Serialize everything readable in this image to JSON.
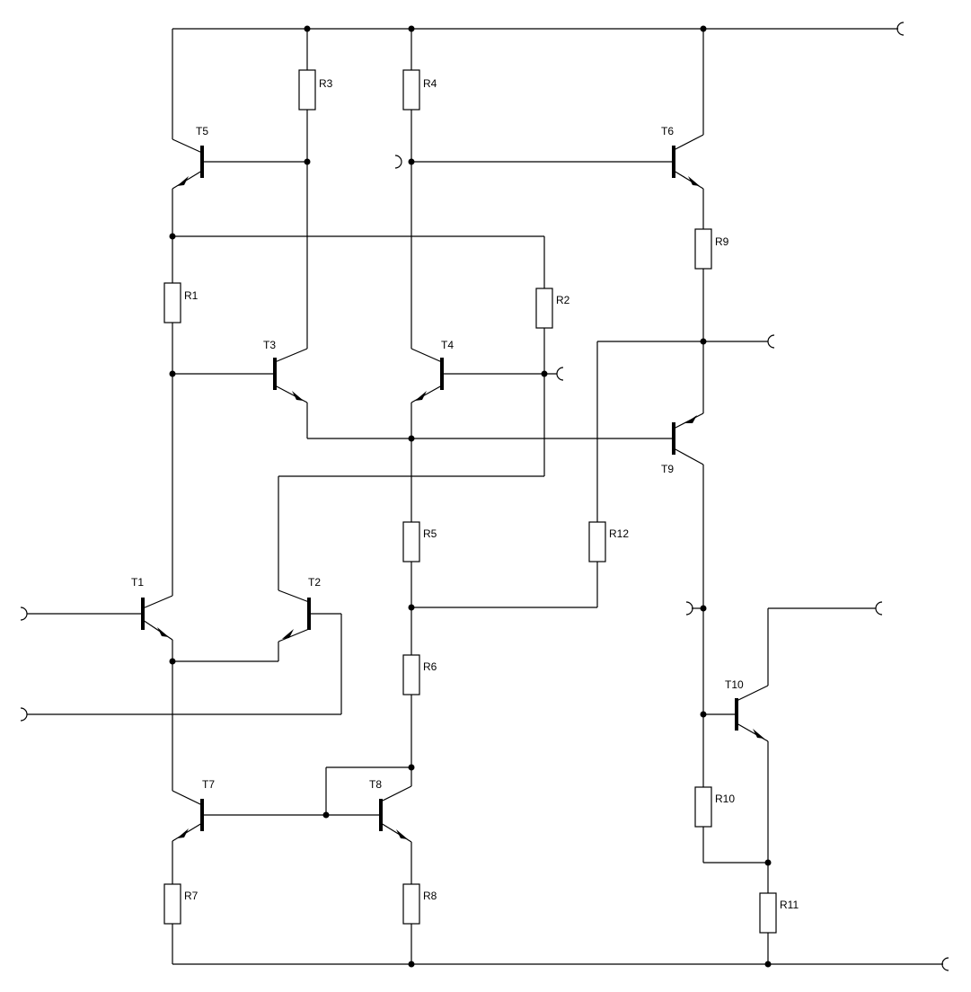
{
  "diagram": {
    "transistors": [
      {
        "id": "t1",
        "label": "T1"
      },
      {
        "id": "t2",
        "label": "T2"
      },
      {
        "id": "t3",
        "label": "T3"
      },
      {
        "id": "t4",
        "label": "T4"
      },
      {
        "id": "t5",
        "label": "T5"
      },
      {
        "id": "t6",
        "label": "T6"
      },
      {
        "id": "t7",
        "label": "T7"
      },
      {
        "id": "t8",
        "label": "T8"
      },
      {
        "id": "t9",
        "label": "T9"
      },
      {
        "id": "t10",
        "label": "T10"
      }
    ],
    "resistors": [
      {
        "id": "r1",
        "label": "R1"
      },
      {
        "id": "r2",
        "label": "R2"
      },
      {
        "id": "r3",
        "label": "R3"
      },
      {
        "id": "r4",
        "label": "R4"
      },
      {
        "id": "r5",
        "label": "R5"
      },
      {
        "id": "r6",
        "label": "R6"
      },
      {
        "id": "r7",
        "label": "R7"
      },
      {
        "id": "r8",
        "label": "R8"
      },
      {
        "id": "r9",
        "label": "R9"
      },
      {
        "id": "r10",
        "label": "R10"
      },
      {
        "id": "r11",
        "label": "R11"
      },
      {
        "id": "r12",
        "label": "R12"
      }
    ]
  }
}
